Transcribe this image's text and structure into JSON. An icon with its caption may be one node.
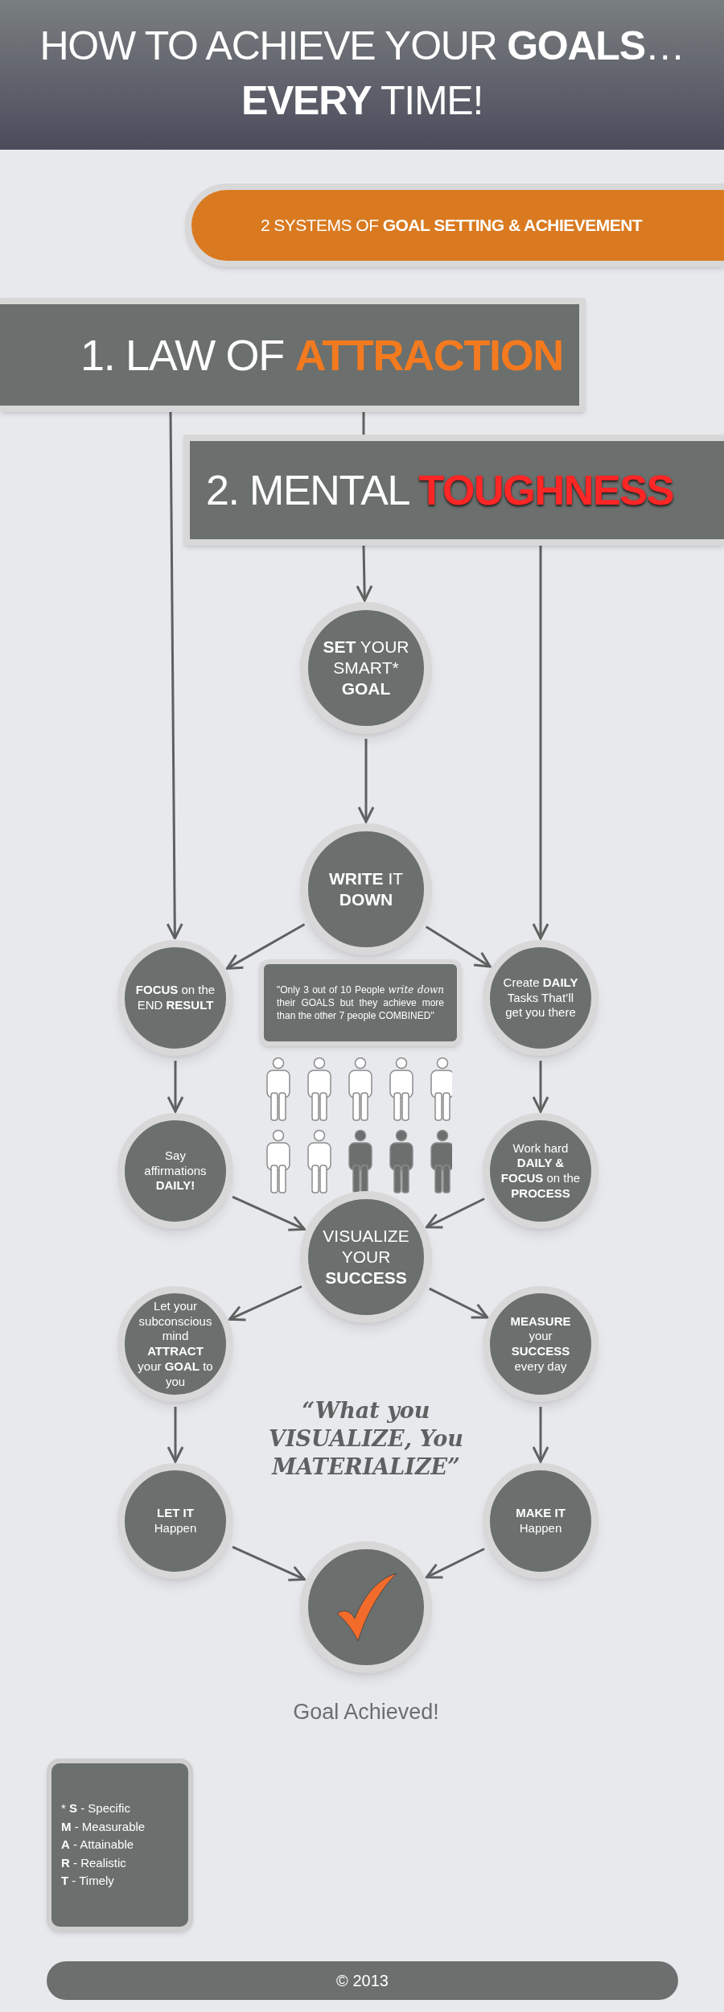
{
  "diagram": {
    "title": "HOW TO ACHIEVE YOUR **GOALS**…**EVERY** TIME!",
    "nodes": [
      {
        "text": [
          "2 SYSTEMS OF **GOAL SETTING & ACHIEVEMENT**"
        ]
      },
      {
        "text": [
          "1. LAW OF **ATTRACTION**"
        ]
      },
      {
        "text": [
          "2. MENTAL **TOUGHNESS**"
        ]
      },
      {
        "text": [
          "**SET** YOUR SMART* **GOAL**"
        ]
      },
      {
        "text": [
          "**WRITE** IT **DOWN**"
        ]
      },
      {
        "text": [
          "**FOCUS** on the END **RESULT**"
        ]
      },
      {
        "text": [
          "\"Only 3 out of 10 People *write down* their GOALS but they achieve more than the other 7 people COMBINED\""
        ]
      },
      {
        "text": [
          "Create **DAILY** Tasks That’ll get you there"
        ]
      },
      {
        "text": [
          "Say affirmations **DAILY!**"
        ]
      },
      {
        "text": [
          "Work hard **DAILY & FOCUS** on the **PROCESS**"
        ]
      },
      {
        "text": [
          "VISUALIZE YOUR **SUCCESS**"
        ]
      },
      {
        "text": [
          "Let your subconscious mind **ATTRACT** your **GOAL** to you"
        ]
      },
      {
        "text": [
          "**MEASURE** your **SUCCESS** every day"
        ]
      },
      {
        "text": [
          "**LET IT** Happen"
        ]
      },
      {
        "text": [
          "**MAKE IT** Happen"
        ]
      },
      {
        "text": [],
        "shape": "circle",
        "beside": [
          "Goal Achieved!"
        ]
      },
      {
        "text": [
          "* **S** - Specific",
          "**M** - Measurable",
          "**A** - Attainable",
          "**R** - Realistic",
          "**T** - Timely"
        ]
      },
      {
        "text": [
          "© 2013"
        ]
      }
    ],
    "edges": [
      {
        "from": 1,
        "to": 5,
        "arrow": "to"
      },
      {
        "from": 1,
        "to": 2,
        "arrow": "none"
      },
      {
        "from": 2,
        "to": 3,
        "arrow": "to"
      },
      {
        "from": 2,
        "to": 7,
        "arrow": "to"
      },
      {
        "from": 3,
        "to": 4,
        "arrow": "to"
      },
      {
        "from": 4,
        "to": 5,
        "arrow": "to"
      },
      {
        "from": 4,
        "to": 7,
        "arrow": "to"
      },
      {
        "from": 5,
        "to": 8,
        "arrow": "to"
      },
      {
        "from": 7,
        "to": 9,
        "arrow": "to"
      },
      {
        "from": 8,
        "to": 10,
        "arrow": "to"
      },
      {
        "from": 9,
        "to": 10,
        "arrow": "to"
      },
      {
        "from": 10,
        "to": 11,
        "arrow": "to"
      },
      {
        "from": 10,
        "to": 12,
        "arrow": "to"
      },
      {
        "from": 11,
        "to": 13,
        "arrow": "to"
      },
      {
        "from": 12,
        "to": 14,
        "arrow": "to"
      },
      {
        "from": 13,
        "to": 15,
        "arrow": "to"
      },
      {
        "from": 14,
        "to": 15,
        "arrow": "to"
      }
    ],
    "labels": [
      "“What you VISUALIZE, You MATERIALIZE”"
    ]
  }
}
